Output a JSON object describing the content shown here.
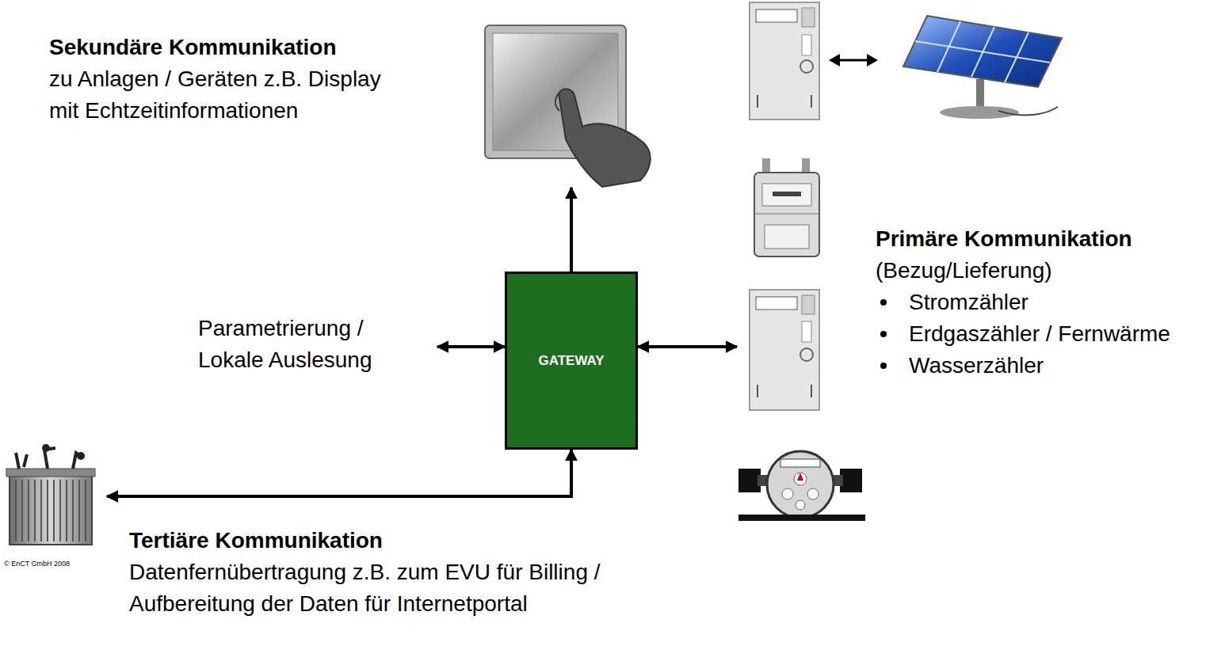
{
  "diagram": {
    "nodes": [
      {
        "text": [
          "GATEWAY"
        ]
      },
      {
        "text": [
          "Sekundäre Kommunikation",
          "zu Anlagen / Geräten z.B. Display mit Echtzeitinformationen"
        ]
      },
      {
        "text": [
          "Primäre Kommunikation",
          "(Bezug/Lieferung)",
          "Stromzähler",
          "Erdgaszähler / Fernwärme",
          "Wasserzähler"
        ]
      },
      {
        "text": [
          "Tertiäre Kommunikation",
          "Datenfernübertragung z.B. zum EVU für Billing / Aufbereitung der Daten für Internetportal"
        ]
      },
      {
        "text": [
          "Parametrierung / Lokale Auslesung"
        ]
      }
    ],
    "edges": [
      {
        "from": 0,
        "to": 1,
        "arrow": "to"
      },
      {
        "from": 0,
        "to": 2,
        "arrow": "both"
      },
      {
        "from": 0,
        "to": 3,
        "arrow": "both"
      },
      {
        "from": 4,
        "to": 0,
        "arrow": "both"
      }
    ],
    "labels": [
      "© EnCT GmbH 2008"
    ]
  }
}
